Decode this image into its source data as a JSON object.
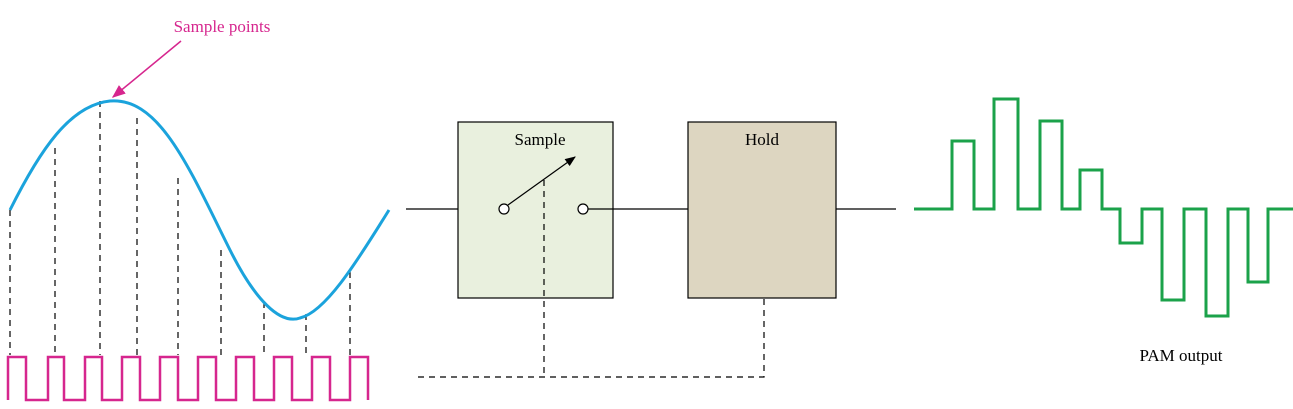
{
  "labels": {
    "sample_points": "Sample points",
    "sample_block": "Sample",
    "hold_block": "Hold",
    "pam_output": "PAM output"
  },
  "colors": {
    "sine_wave": "#1ba3dc",
    "annotation": "#d6268e",
    "clock_pulse": "#d6268e",
    "pam_signal": "#1ba24a",
    "sample_block_fill": "#e9f0de",
    "hold_block_fill": "#ddd6c1",
    "wire": "#000000"
  },
  "icons": {
    "switch": "switch-icon",
    "arrow": "arrow-icon"
  }
}
